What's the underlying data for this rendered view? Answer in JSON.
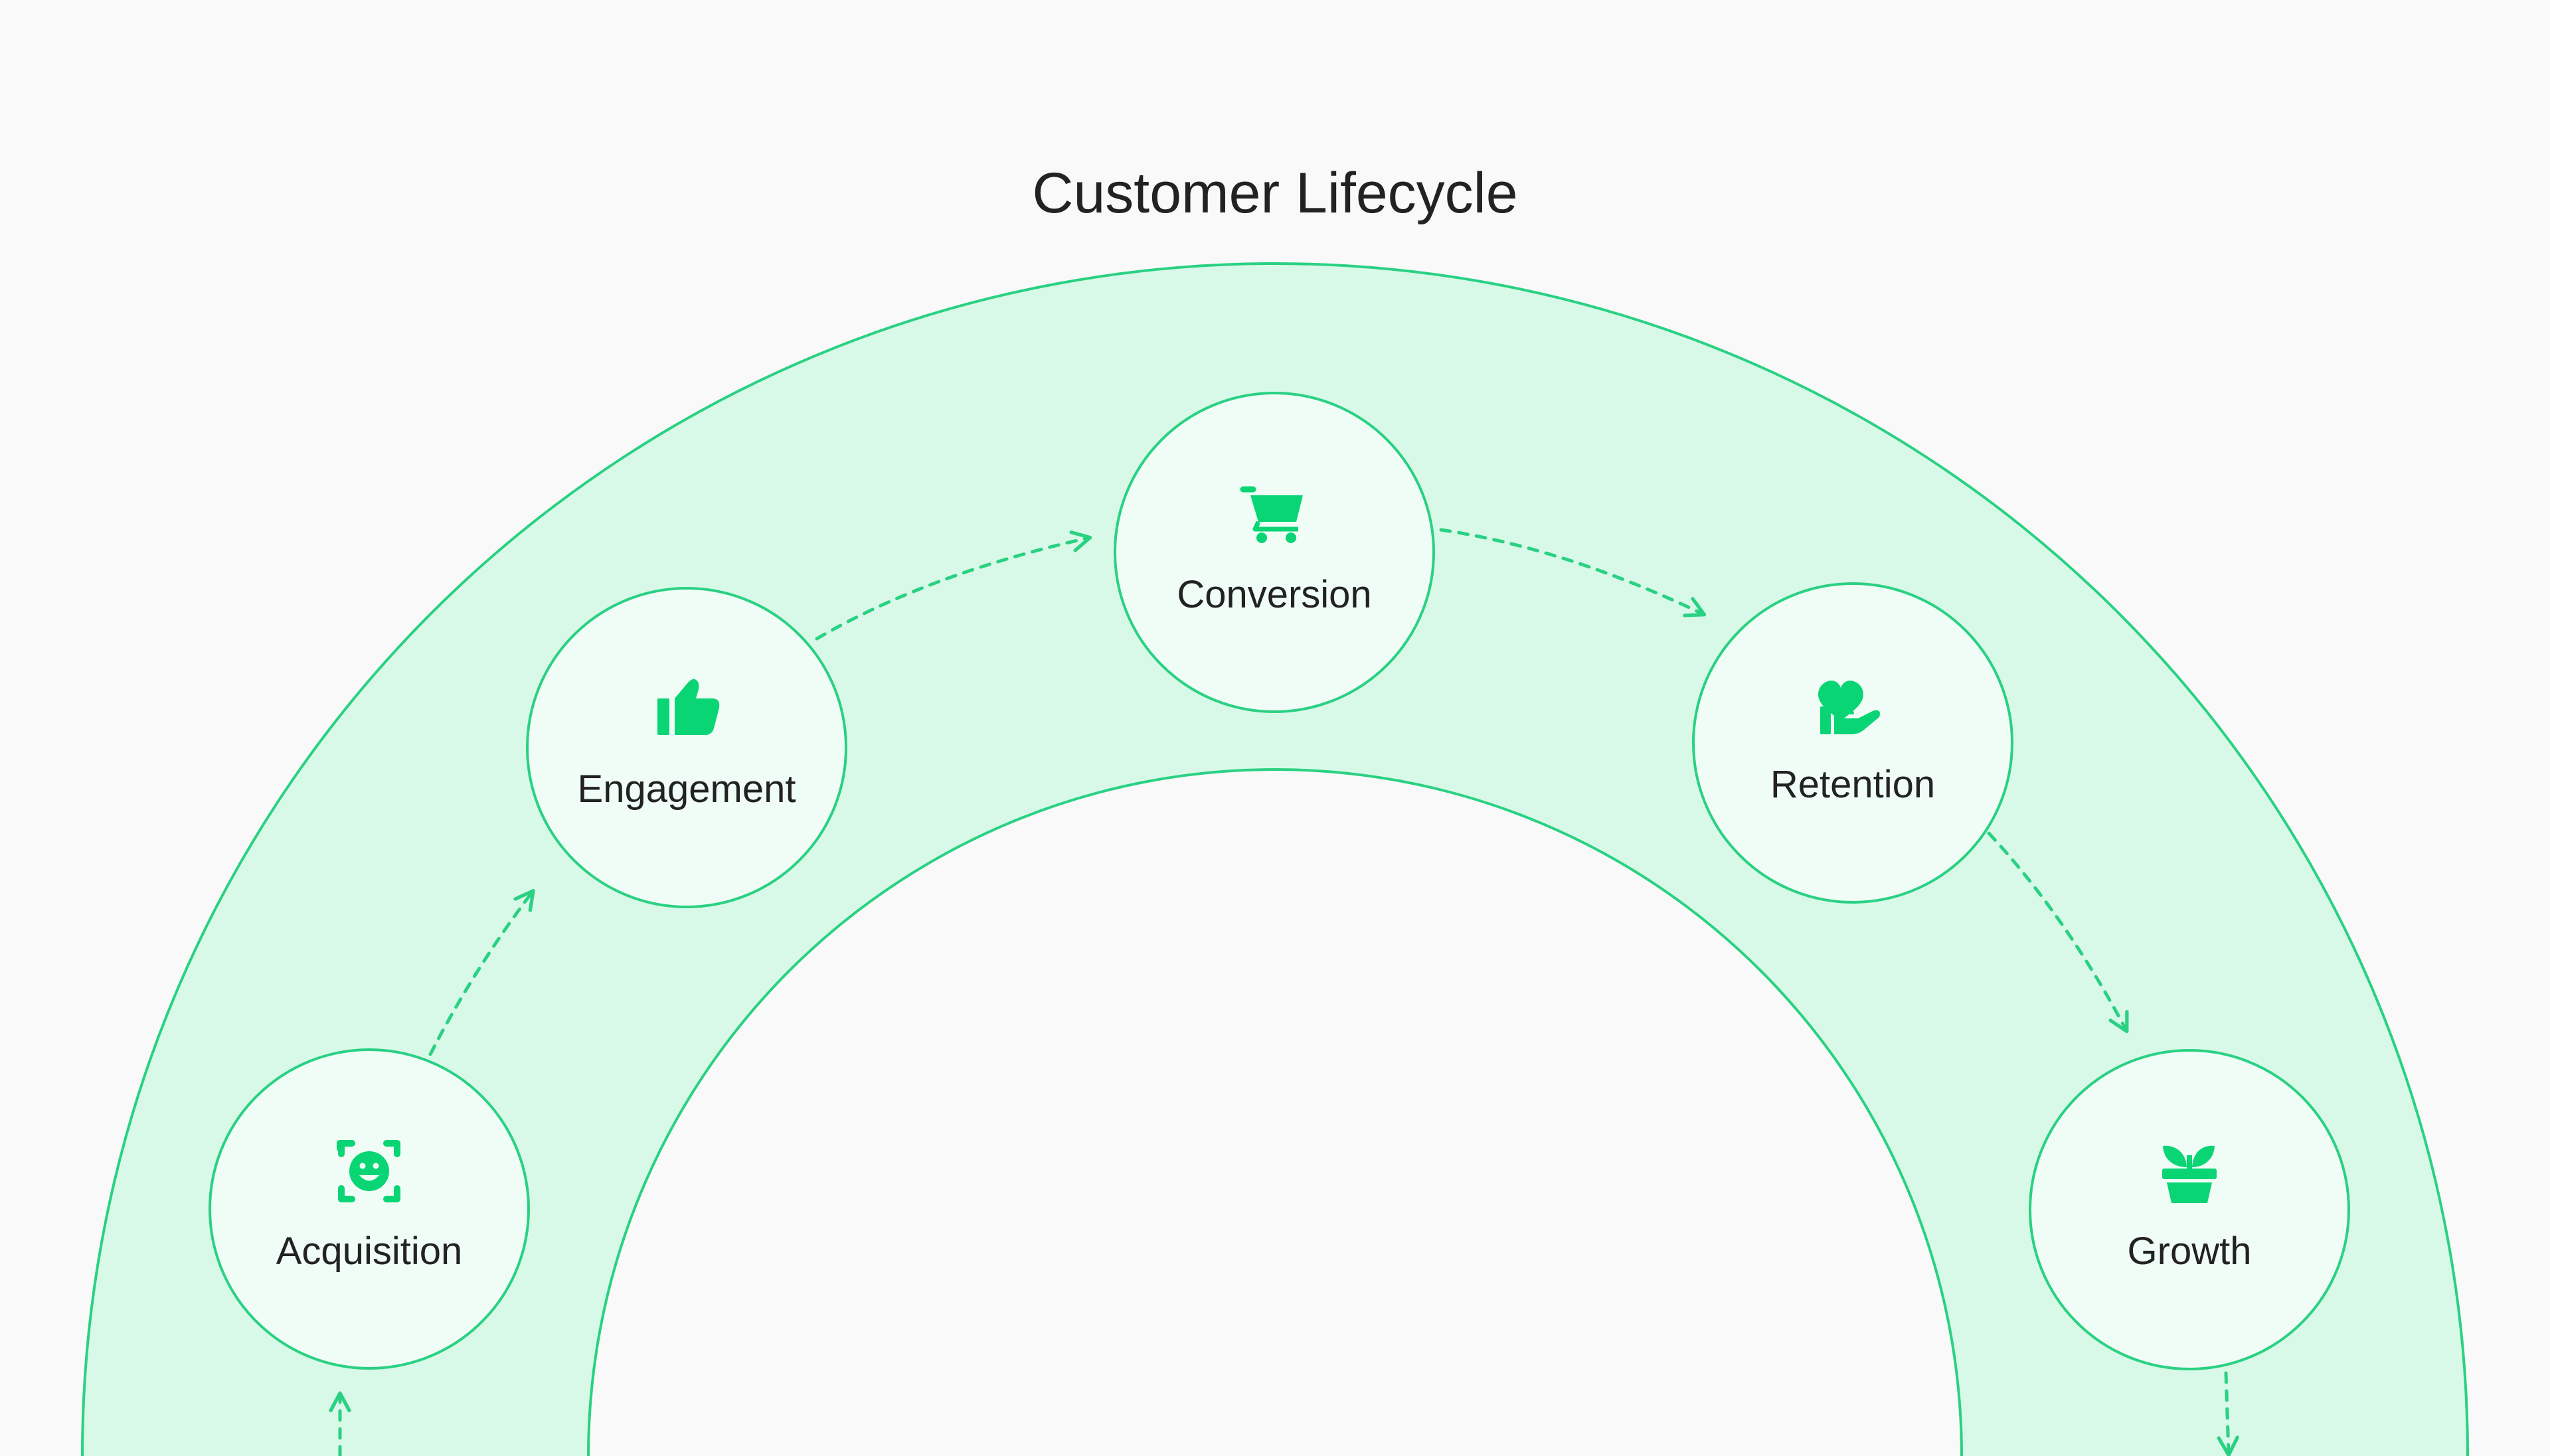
{
  "title": "Customer Lifecycle",
  "colors": {
    "background": "#f9f9f9",
    "band_fill": "#d9f9e8",
    "outline": "#2ad183",
    "node_fill": "#f0fcf6",
    "icon": "#0ad575",
    "arrow": "#2ad183",
    "text": "#222222"
  },
  "nodes": [
    {
      "id": "acquisition",
      "label": "Acquisition",
      "icon": "face-scan-icon"
    },
    {
      "id": "engagement",
      "label": "Engagement",
      "icon": "thumbs-up-icon"
    },
    {
      "id": "conversion",
      "label": "Conversion",
      "icon": "shopping-cart-icon"
    },
    {
      "id": "retention",
      "label": "Retention",
      "icon": "hand-heart-icon"
    },
    {
      "id": "growth",
      "label": "Growth",
      "icon": "plant-pot-icon"
    }
  ]
}
